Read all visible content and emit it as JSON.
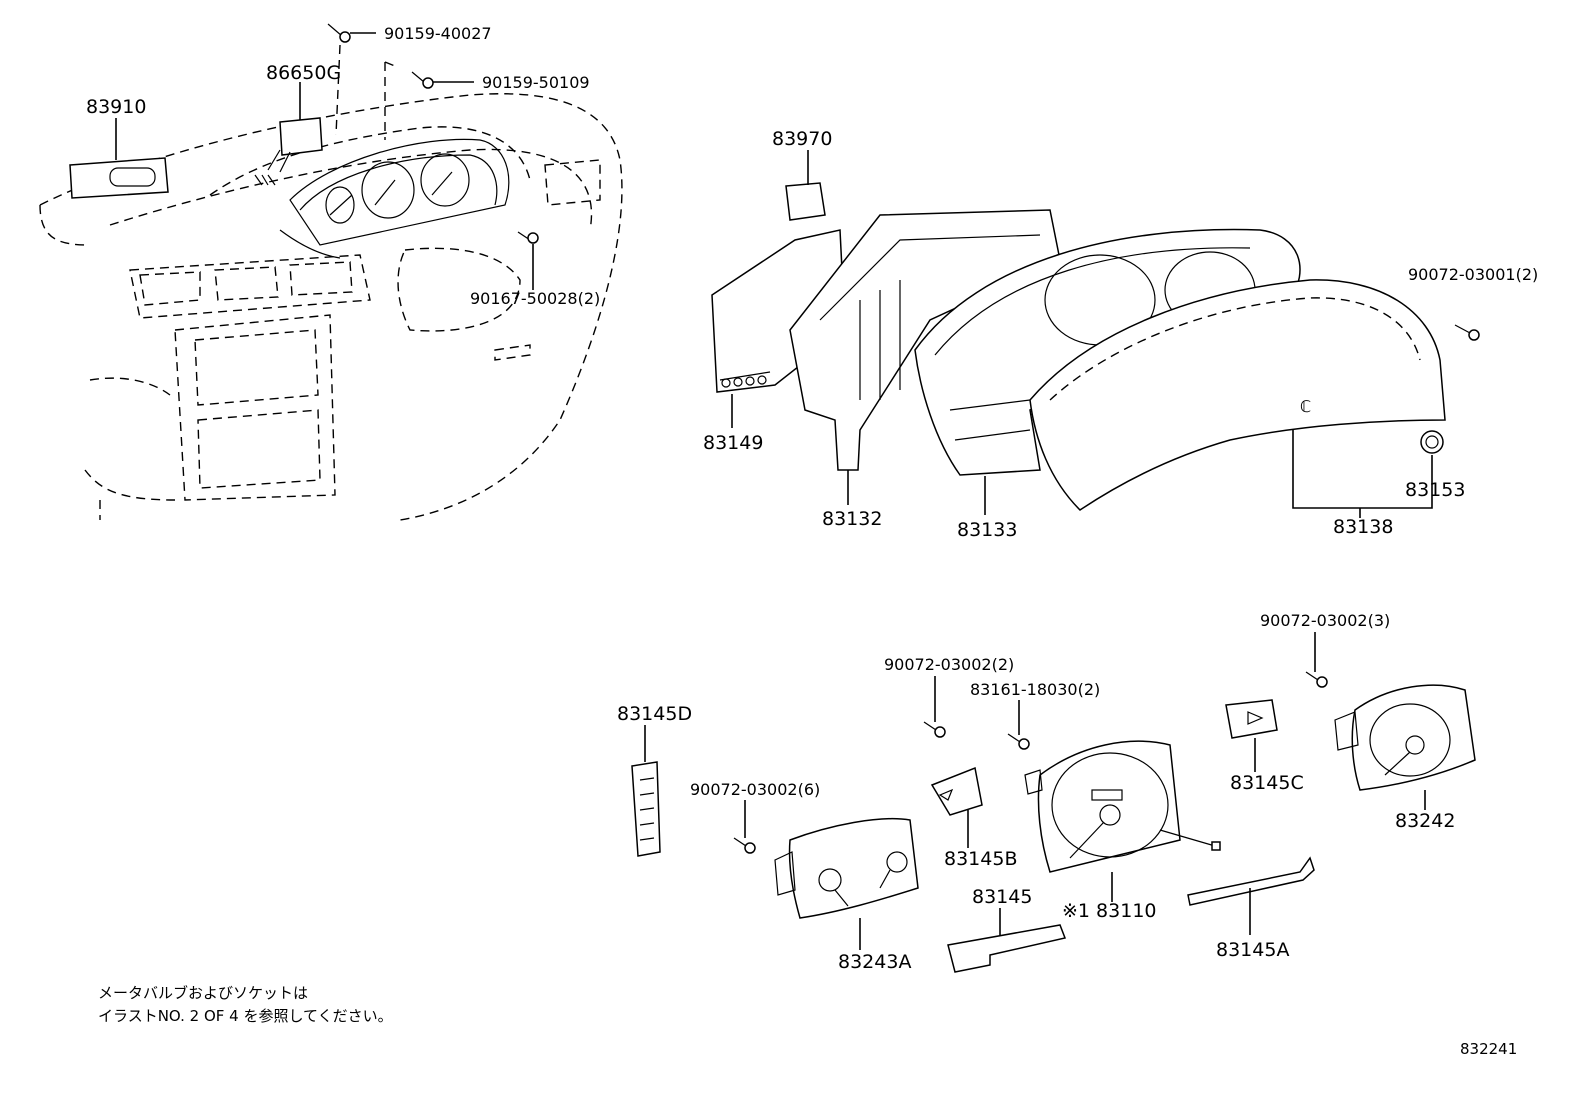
{
  "labels": {
    "p83910": "83910",
    "p86650G": "86650G",
    "p90159_40027": "90159-40027",
    "p90159_50109": "90159-50109",
    "p90167_50028": "90167-50028(2)",
    "p83970": "83970",
    "p90072_03001": "90072-03001(2)",
    "p83149": "83149",
    "p83132": "83132",
    "p83133": "83133",
    "p83138": "83138",
    "p83153": "83153",
    "p90072_03002_3": "90072-03002(3)",
    "p90072_03002_2": "90072-03002(2)",
    "p83161_18030": "83161-18030(2)",
    "p83145D": "83145D",
    "p90072_03002_6": "90072-03002(6)",
    "p83145C": "83145C",
    "p83242": "83242",
    "p83145B": "83145B",
    "p83145": "83145",
    "p83110": "※1 83110",
    "p83145A": "83145A",
    "p83243A": "83243A"
  },
  "note": {
    "line1": "メータバルブおよびソケットは",
    "line2": "イラストNO. 2  OF  4  を参照してください。"
  },
  "figure_id": "832241"
}
